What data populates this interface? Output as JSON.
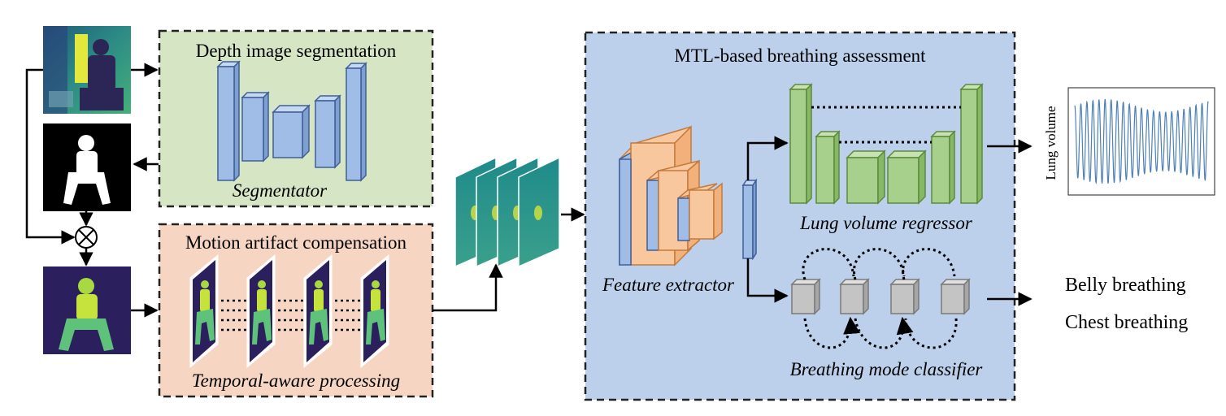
{
  "segmentation": {
    "title": "Depth image segmentation",
    "caption": "Segmentator"
  },
  "motion": {
    "title": "Motion artifact compensation",
    "caption": "Temporal-aware processing"
  },
  "mtl": {
    "title": "MTL-based breathing assessment",
    "feature_extractor": "Feature extractor",
    "regressor": "Lung volume regressor",
    "classifier": "Breathing mode classifier"
  },
  "outputs": {
    "lung_volume_label": "Lung volume",
    "mode_belly": "Belly breathing",
    "mode_chest": "Chest breathing"
  },
  "operator_symbol": "⊗",
  "colors": {
    "seg_panel": "#d6e6c4",
    "motion_panel": "#f6d5c2",
    "mtl_panel": "#bcd0ec",
    "blue_block": "#9fbde6",
    "orange_block": "#f8c79e",
    "green_block": "#a8d08d",
    "gray_block": "#c4c4c4",
    "depth_dark": "#3b2a6b",
    "depth_teal": "#2f8f8a",
    "depth_yellow": "#d8e43a",
    "waveform": "#4d80b8"
  }
}
